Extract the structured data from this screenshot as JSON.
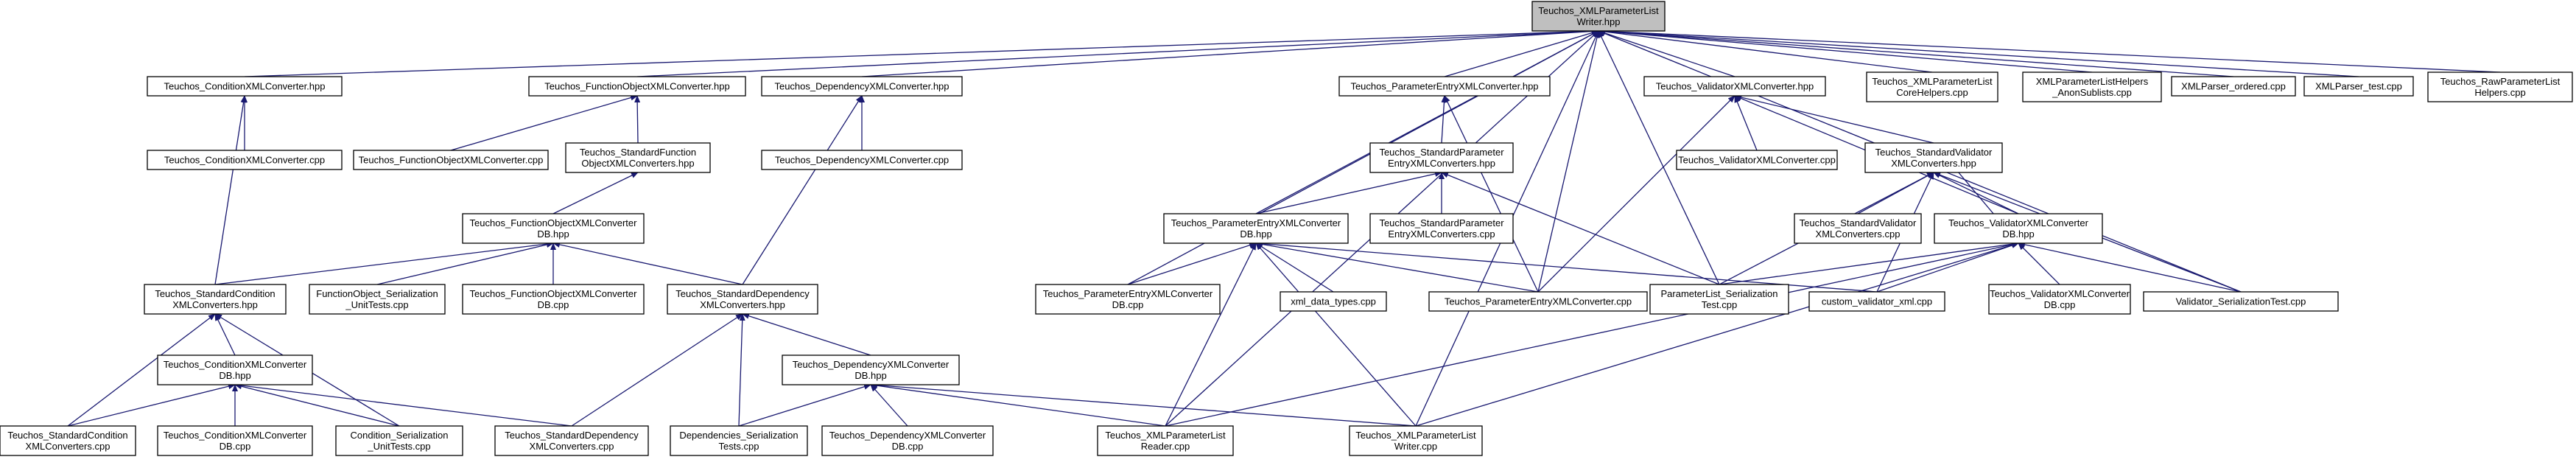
{
  "nodes": [
    {
      "id": "root",
      "lines": [
        "Teuchos_XMLParameterList",
        "Writer.hpp"
      ],
      "root": true
    },
    {
      "id": "condconv_hpp",
      "lines": [
        "Teuchos_ConditionXMLConverter.hpp"
      ]
    },
    {
      "id": "funcconv_hpp",
      "lines": [
        "Teuchos_FunctionObjectXMLConverter.hpp"
      ]
    },
    {
      "id": "depconv_hpp",
      "lines": [
        "Teuchos_DependencyXMLConverter.hpp"
      ]
    },
    {
      "id": "peconv_hpp",
      "lines": [
        "Teuchos_ParameterEntryXMLConverter.hpp"
      ]
    },
    {
      "id": "valconv_hpp",
      "lines": [
        "Teuchos_ValidatorXMLConverter.hpp"
      ]
    },
    {
      "id": "corehelpers",
      "lines": [
        "Teuchos_XMLParameterList",
        "CoreHelpers.cpp"
      ]
    },
    {
      "id": "anonsub",
      "lines": [
        "XMLParameterListHelpers",
        "_AnonSublists.cpp"
      ]
    },
    {
      "id": "xmlordered",
      "lines": [
        "XMLParser_ordered.cpp"
      ]
    },
    {
      "id": "xmltest",
      "lines": [
        "XMLParser_test.cpp"
      ]
    },
    {
      "id": "rawhelpers",
      "lines": [
        "Teuchos_RawParameterList",
        "Helpers.cpp"
      ]
    },
    {
      "id": "condconv_cpp",
      "lines": [
        "Teuchos_ConditionXMLConverter.cpp"
      ]
    },
    {
      "id": "funcconv_cpp",
      "lines": [
        "Teuchos_FunctionObjectXMLConverter.cpp"
      ]
    },
    {
      "id": "stdfunc_hpp",
      "lines": [
        "Teuchos_StandardFunction",
        "ObjectXMLConverters.hpp"
      ]
    },
    {
      "id": "depconv_cpp",
      "lines": [
        "Teuchos_DependencyXMLConverter.cpp"
      ]
    },
    {
      "id": "stdpe_hpp",
      "lines": [
        "Teuchos_StandardParameter",
        "EntryXMLConverters.hpp"
      ]
    },
    {
      "id": "valconv_cpp",
      "lines": [
        "Teuchos_ValidatorXMLConverter.cpp"
      ]
    },
    {
      "id": "stdval_hpp",
      "lines": [
        "Teuchos_StandardValidator",
        "XMLConverters.hpp"
      ]
    },
    {
      "id": "funcdb_hpp",
      "lines": [
        "Teuchos_FunctionObjectXMLConverter",
        "DB.hpp"
      ]
    },
    {
      "id": "pedb_hpp",
      "lines": [
        "Teuchos_ParameterEntryXMLConverter",
        "DB.hpp"
      ]
    },
    {
      "id": "stdpe_cpp",
      "lines": [
        "Teuchos_StandardParameter",
        "EntryXMLConverters.cpp"
      ]
    },
    {
      "id": "stdval_cpp",
      "lines": [
        "Teuchos_StandardValidator",
        "XMLConverters.cpp"
      ]
    },
    {
      "id": "valdb_hpp",
      "lines": [
        "Teuchos_ValidatorXMLConverter",
        "DB.hpp"
      ]
    },
    {
      "id": "stdcond_hpp",
      "lines": [
        "Teuchos_StandardCondition",
        "XMLConverters.hpp"
      ]
    },
    {
      "id": "funcser",
      "lines": [
        "FunctionObject_Serialization",
        "_UnitTests.cpp"
      ]
    },
    {
      "id": "funcdb_cpp",
      "lines": [
        "Teuchos_FunctionObjectXMLConverter",
        "DB.cpp"
      ]
    },
    {
      "id": "stddep_hpp",
      "lines": [
        "Teuchos_StandardDependency",
        "XMLConverters.hpp"
      ]
    },
    {
      "id": "pedb_cpp",
      "lines": [
        "Teuchos_ParameterEntryXMLConverter",
        "DB.cpp"
      ]
    },
    {
      "id": "xmldata",
      "lines": [
        "xml_data_types.cpp"
      ]
    },
    {
      "id": "peconv_cpp",
      "lines": [
        "Teuchos_ParameterEntryXMLConverter.cpp"
      ]
    },
    {
      "id": "plser",
      "lines": [
        "ParameterList_Serialization",
        "Test.cpp"
      ]
    },
    {
      "id": "customval",
      "lines": [
        "custom_validator_xml.cpp"
      ]
    },
    {
      "id": "valdb_cpp",
      "lines": [
        "Teuchos_ValidatorXMLConverter",
        "DB.cpp"
      ]
    },
    {
      "id": "valser",
      "lines": [
        "Validator_SerializationTest.cpp"
      ]
    },
    {
      "id": "conddb_hpp",
      "lines": [
        "Teuchos_ConditionXMLConverter",
        "DB.hpp"
      ]
    },
    {
      "id": "depdb_hpp",
      "lines": [
        "Teuchos_DependencyXMLConverter",
        "DB.hpp"
      ]
    },
    {
      "id": "stdcond_cpp",
      "lines": [
        "Teuchos_StandardCondition",
        "XMLConverters.cpp"
      ]
    },
    {
      "id": "conddb_cpp",
      "lines": [
        "Teuchos_ConditionXMLConverter",
        "DB.cpp"
      ]
    },
    {
      "id": "condser",
      "lines": [
        "Condition_Serialization",
        "_UnitTests.cpp"
      ]
    },
    {
      "id": "stddep_cpp",
      "lines": [
        "Teuchos_StandardDependency",
        "XMLConverters.cpp"
      ]
    },
    {
      "id": "depser",
      "lines": [
        "Dependencies_Serialization",
        "Tests.cpp"
      ]
    },
    {
      "id": "depdb_cpp",
      "lines": [
        "Teuchos_DependencyXMLConverter",
        "DB.cpp"
      ]
    },
    {
      "id": "reader",
      "lines": [
        "Teuchos_XMLParameterList",
        "Reader.cpp"
      ]
    },
    {
      "id": "writer",
      "lines": [
        "Teuchos_XMLParameterList",
        "Writer.cpp"
      ]
    }
  ],
  "edges": [
    [
      "condconv_hpp",
      "root"
    ],
    [
      "funcconv_hpp",
      "root"
    ],
    [
      "depconv_hpp",
      "root"
    ],
    [
      "peconv_hpp",
      "root"
    ],
    [
      "valconv_hpp",
      "root"
    ],
    [
      "corehelpers",
      "root"
    ],
    [
      "anonsub",
      "root"
    ],
    [
      "xmlordered",
      "root"
    ],
    [
      "xmltest",
      "root"
    ],
    [
      "rawhelpers",
      "root"
    ],
    [
      "pedb_hpp",
      "root"
    ],
    [
      "pedb_cpp",
      "root"
    ],
    [
      "peconv_cpp",
      "root"
    ],
    [
      "plser",
      "root"
    ],
    [
      "valser",
      "root"
    ],
    [
      "reader",
      "root"
    ],
    [
      "writer",
      "root"
    ],
    [
      "condconv_cpp",
      "condconv_hpp"
    ],
    [
      "stdcond_hpp",
      "condconv_hpp"
    ],
    [
      "funcconv_cpp",
      "funcconv_hpp"
    ],
    [
      "stdfunc_hpp",
      "funcconv_hpp"
    ],
    [
      "funcdb_hpp",
      "stdfunc_hpp"
    ],
    [
      "stdcond_hpp",
      "funcdb_hpp"
    ],
    [
      "funcser",
      "funcdb_hpp"
    ],
    [
      "funcdb_cpp",
      "funcdb_hpp"
    ],
    [
      "stddep_hpp",
      "funcdb_hpp"
    ],
    [
      "depconv_cpp",
      "depconv_hpp"
    ],
    [
      "stddep_hpp",
      "depconv_hpp"
    ],
    [
      "stdpe_hpp",
      "peconv_hpp"
    ],
    [
      "peconv_cpp",
      "peconv_hpp"
    ],
    [
      "pedb_hpp",
      "stdpe_hpp"
    ],
    [
      "stdpe_cpp",
      "stdpe_hpp"
    ],
    [
      "plser",
      "stdpe_hpp"
    ],
    [
      "pedb_cpp",
      "pedb_hpp"
    ],
    [
      "xmldata",
      "pedb_hpp"
    ],
    [
      "peconv_cpp",
      "pedb_hpp"
    ],
    [
      "customval",
      "pedb_hpp"
    ],
    [
      "reader",
      "pedb_hpp"
    ],
    [
      "writer",
      "pedb_hpp"
    ],
    [
      "valconv_cpp",
      "valconv_hpp"
    ],
    [
      "stdval_hpp",
      "valconv_hpp"
    ],
    [
      "valdb_hpp",
      "valconv_hpp"
    ],
    [
      "peconv_cpp",
      "valconv_hpp"
    ],
    [
      "stdval_cpp",
      "stdval_hpp"
    ],
    [
      "valdb_hpp",
      "stdval_hpp"
    ],
    [
      "plser",
      "stdval_hpp"
    ],
    [
      "customval",
      "stdval_hpp"
    ],
    [
      "valser",
      "stdval_hpp"
    ],
    [
      "stdval_hpp",
      "valdb_hpp"
    ],
    [
      "plser",
      "valdb_hpp"
    ],
    [
      "customval",
      "valdb_hpp"
    ],
    [
      "valdb_cpp",
      "valdb_hpp"
    ],
    [
      "valser",
      "valdb_hpp"
    ],
    [
      "reader",
      "valdb_hpp"
    ],
    [
      "writer",
      "valdb_hpp"
    ],
    [
      "conddb_hpp",
      "stdcond_hpp"
    ],
    [
      "stdcond_cpp",
      "stdcond_hpp"
    ],
    [
      "condser",
      "stdcond_hpp"
    ],
    [
      "stdcond_cpp",
      "conddb_hpp"
    ],
    [
      "conddb_cpp",
      "conddb_hpp"
    ],
    [
      "condser",
      "conddb_hpp"
    ],
    [
      "stddep_cpp",
      "conddb_hpp"
    ],
    [
      "stddep_cpp",
      "stddep_hpp"
    ],
    [
      "depser",
      "stddep_hpp"
    ],
    [
      "depdb_hpp",
      "stddep_hpp"
    ],
    [
      "depser",
      "depdb_hpp"
    ],
    [
      "depdb_cpp",
      "depdb_hpp"
    ],
    [
      "reader",
      "depdb_hpp"
    ],
    [
      "writer",
      "depdb_hpp"
    ]
  ]
}
